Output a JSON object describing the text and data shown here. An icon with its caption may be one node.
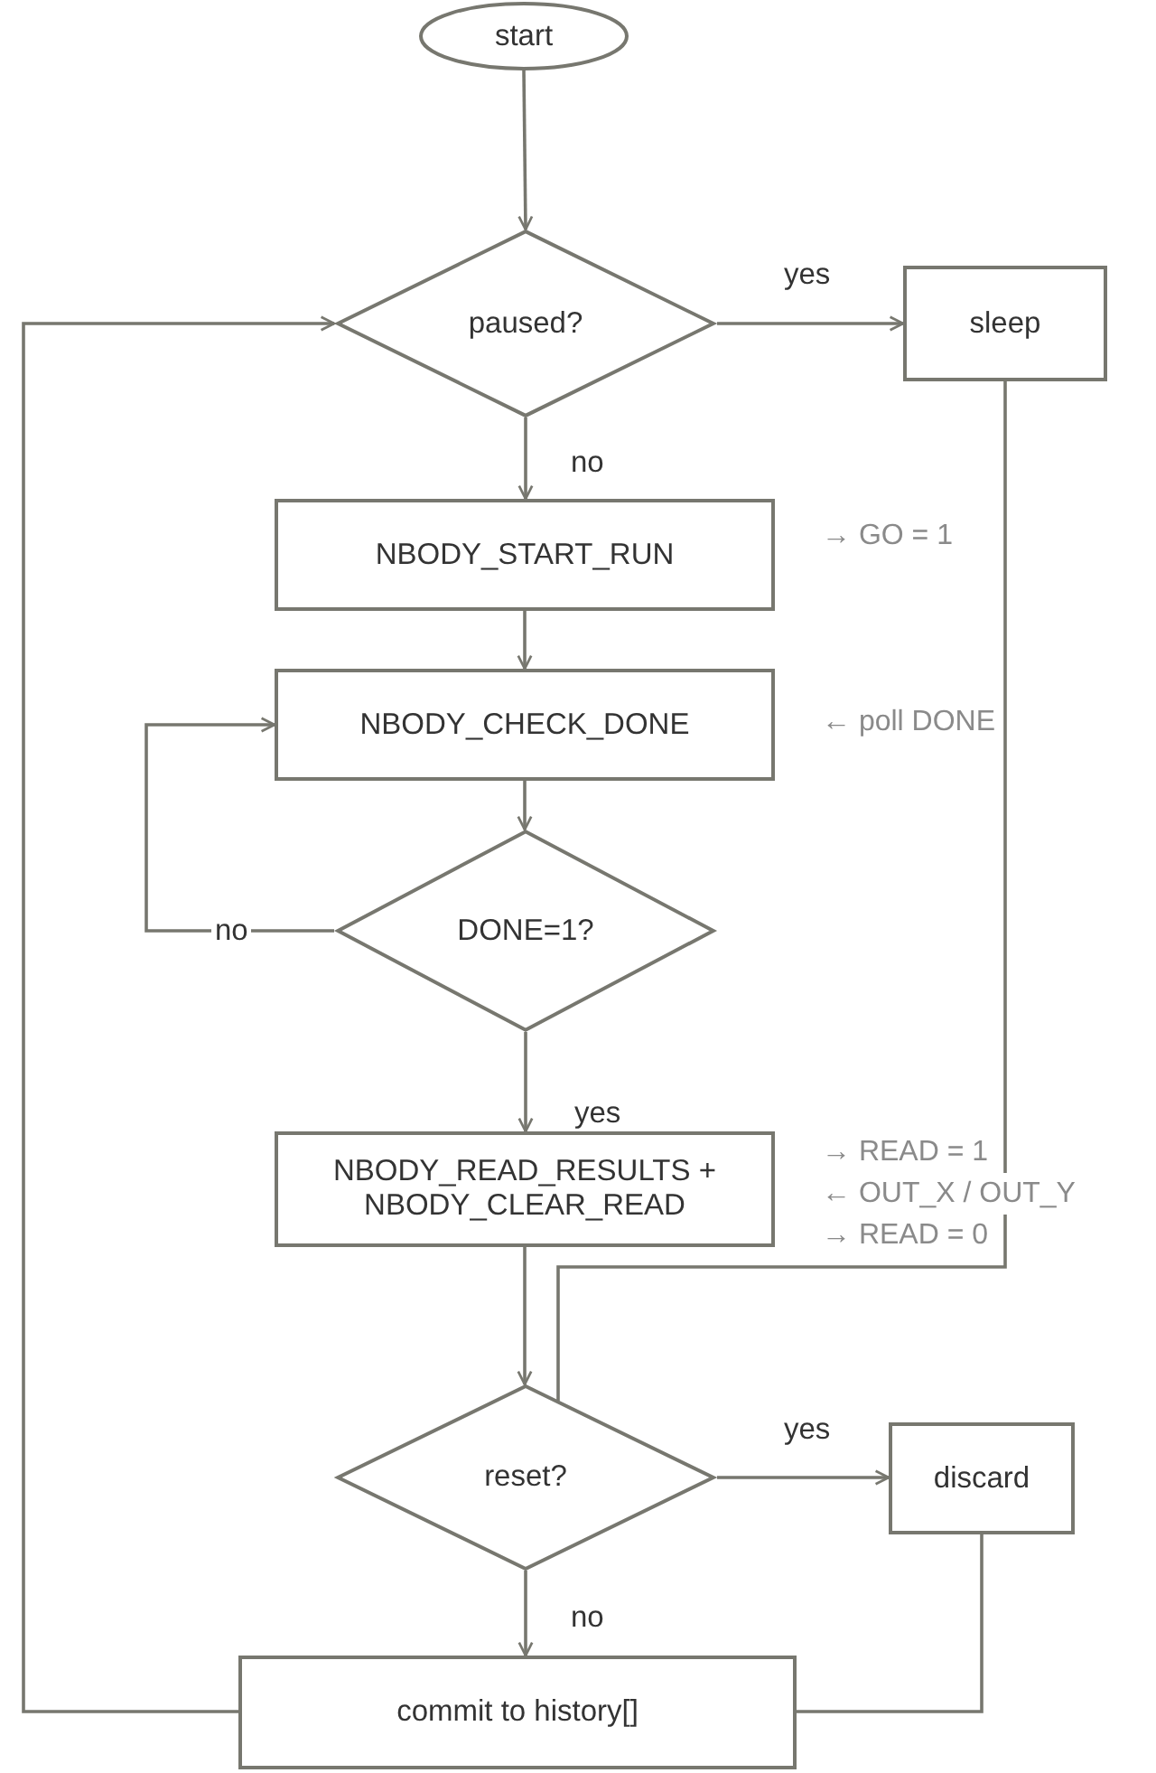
{
  "diagram": {
    "nodes": [
      {
        "text": [
          "start"
        ]
      },
      {
        "text": [
          "paused?"
        ]
      },
      {
        "text": [
          "sleep"
        ]
      },
      {
        "text": [
          "NBODY_START_RUN"
        ],
        "beside": [
          "→ GO = 1"
        ]
      },
      {
        "text": [
          "NBODY_CHECK_DONE"
        ],
        "beside": [
          "← poll DONE"
        ]
      },
      {
        "text": [
          "DONE=1?"
        ]
      },
      {
        "text": [
          "NBODY_READ_RESULTS + NBODY_CLEAR_READ"
        ],
        "beside": [
          "→ READ = 1",
          "← OUT_X / OUT_Y",
          "→ READ = 0"
        ]
      },
      {
        "text": [
          "reset?"
        ]
      },
      {
        "text": [
          "discard"
        ]
      },
      {
        "text": [
          "commit to history[]"
        ]
      }
    ],
    "edges": [
      {
        "from": 0,
        "to": 1,
        "arrow": "to"
      },
      {
        "from": 1,
        "to": 2,
        "arrow": "to",
        "label": "yes"
      },
      {
        "from": 1,
        "to": 3,
        "arrow": "to",
        "label": "no"
      },
      {
        "from": 3,
        "to": 4,
        "arrow": "to"
      },
      {
        "from": 4,
        "to": 5,
        "arrow": "to"
      },
      {
        "from": 5,
        "to": 4,
        "arrow": "to",
        "label": "no"
      },
      {
        "from": 5,
        "to": 6,
        "arrow": "to",
        "label": "yes"
      },
      {
        "from": 6,
        "to": 7,
        "arrow": "to"
      },
      {
        "from": 2,
        "to": 7,
        "arrow": "none"
      },
      {
        "from": 7,
        "to": 8,
        "arrow": "to",
        "label": "yes"
      },
      {
        "from": 7,
        "to": 9,
        "arrow": "to",
        "label": "no"
      },
      {
        "from": 9,
        "to": 1,
        "arrow": "to"
      },
      {
        "from": 8,
        "to": 9,
        "arrow": "none"
      }
    ]
  }
}
